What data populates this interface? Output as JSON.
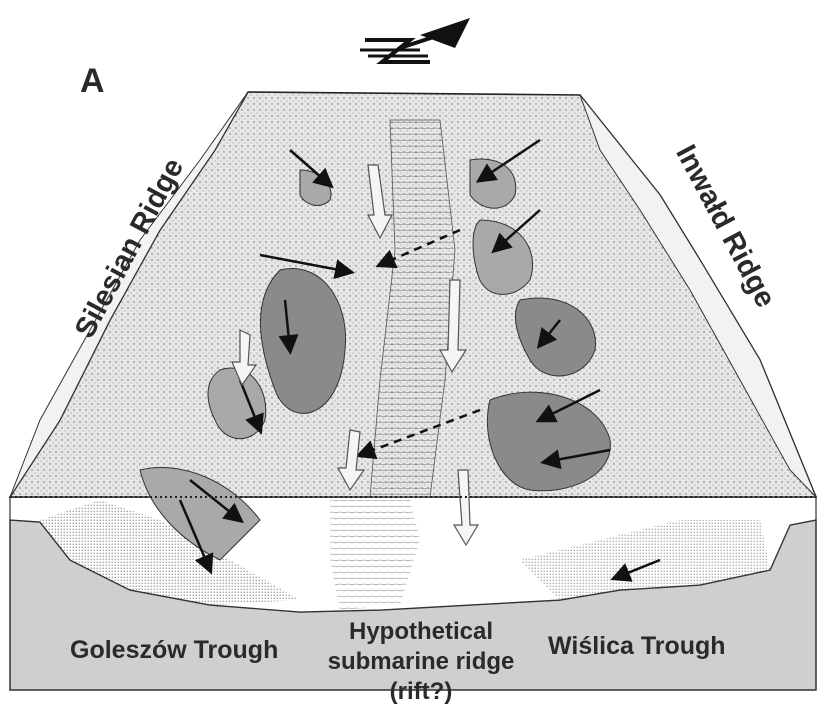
{
  "panel_label": "A",
  "labels": {
    "left_ridge": "Silesian Ridge",
    "right_ridge": "Inwałd Ridge",
    "left_trough": "Goleszów Trough",
    "center_ridge_line1": "Hypothetical",
    "center_ridge_line2": "submarine ridge",
    "center_ridge_line3": "(rift?)",
    "right_trough": "Wiślica Trough"
  },
  "icons": {
    "north_arrow": "north-arrow-icon"
  },
  "colors": {
    "shelf_fill": "#e6e6e6",
    "lobe_fill": "#a9a9a9",
    "dark_lobe_fill": "#8a8a8a",
    "basin_fill": "#cfcfcf",
    "ink": "#1e1e1e"
  }
}
